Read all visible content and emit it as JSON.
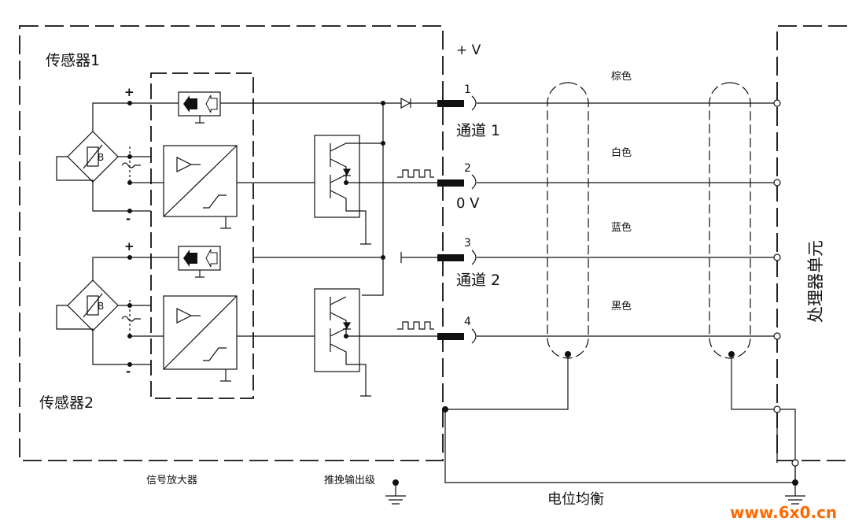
{
  "labels": {
    "sensor1": "传感器1",
    "sensor2": "传感器2",
    "plus_v": "+ V",
    "pin1": "1",
    "pin2": "2",
    "pin3": "3",
    "pin4": "4",
    "channel1": "通道 1",
    "zero_v": "0 V",
    "channel2": "通道 2",
    "brown": "棕色",
    "white": "白色",
    "blue": "蓝色",
    "black": "黑色",
    "processing_unit": "处理器单元",
    "signal_amp": "信号放大器",
    "push_pull": "推挽输出级",
    "equipotential": "电位均衡",
    "bridge_b": "B",
    "plus": "+",
    "minus": "-",
    "watermark": "www.6x0.cn"
  },
  "colors": {
    "line": "#111111",
    "dashed": "#111111",
    "watermark": "#ff6a00"
  }
}
